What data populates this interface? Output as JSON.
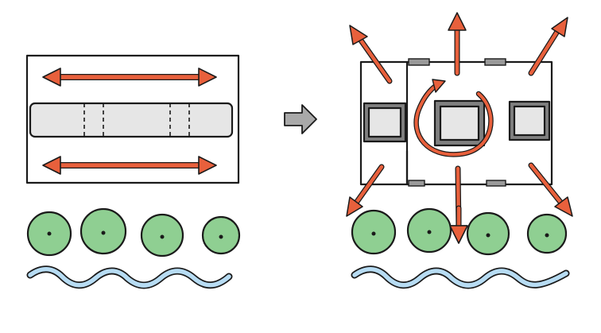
{
  "diagram": {
    "colors": {
      "ink": "#1a1a1a",
      "arrow": "#e8603c",
      "tree": "#8fcf92",
      "water": "#b7dcf3",
      "box": "#e6e6e6",
      "dark_box": "#808080",
      "gray_arrow": "#a9a9a9"
    },
    "before": {
      "direction": "horizontal",
      "tree_count": 4
    },
    "after": {
      "window_count": 3,
      "outward_arrows": 6,
      "tree_count": 4
    },
    "transition_icon": "right-arrow-icon"
  }
}
